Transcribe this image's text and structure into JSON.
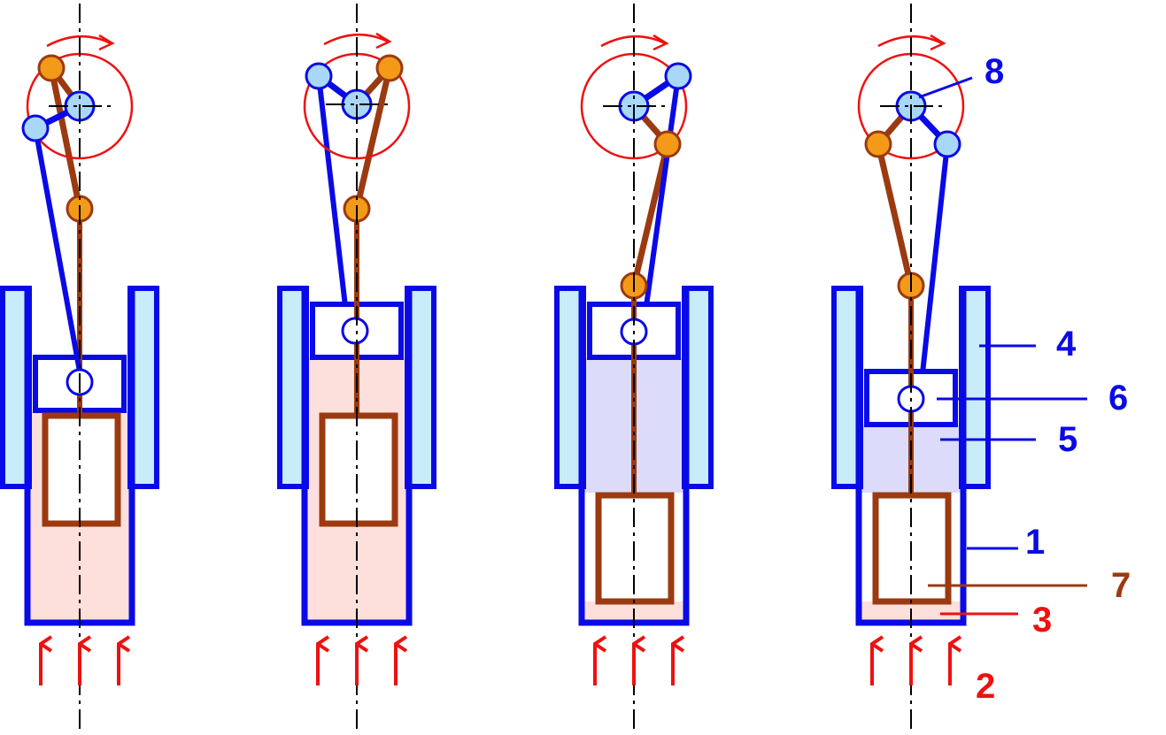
{
  "colors": {
    "blue": "#0a0ae6",
    "light_blue": "#c8ecfa",
    "orange": "#f39a18",
    "node_blue": "#a9d7f7",
    "brown": "#9b3a10",
    "red": "#ee1111",
    "hot_fill": "#fde0dc",
    "cold_fill": "#dcdcfa"
  },
  "labels": {
    "l1": "1",
    "l2": "2",
    "l3": "3",
    "l4": "4",
    "l5": "5",
    "l6": "6",
    "l7": "7",
    "l8": "8"
  },
  "stages": [
    {
      "phase": "stage-1",
      "upper_fill": "none",
      "lower_fill": "hot"
    },
    {
      "phase": "stage-2",
      "upper_fill": "hot",
      "lower_fill": "hot"
    },
    {
      "phase": "stage-3",
      "upper_fill": "cold",
      "lower_fill": "hot"
    },
    {
      "phase": "stage-4",
      "upper_fill": "cold",
      "lower_fill": "hot"
    }
  ]
}
